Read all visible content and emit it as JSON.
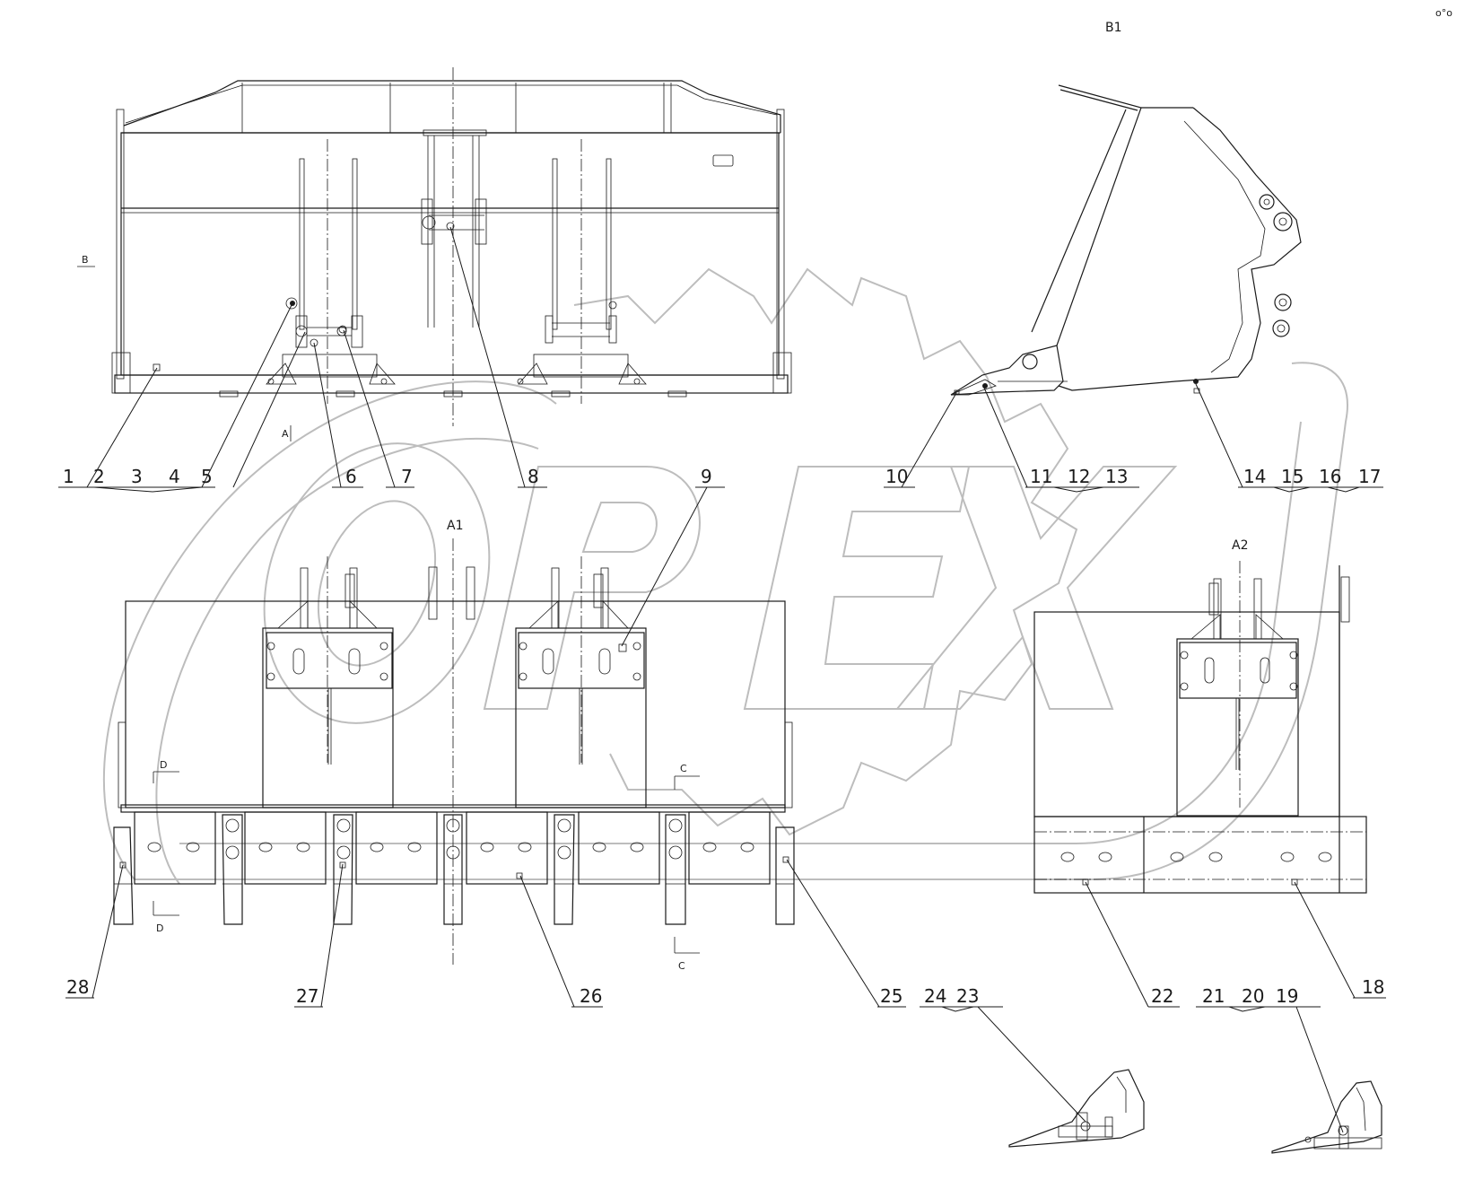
{
  "views": {
    "b1": "B1",
    "a1": "A1",
    "a2": "A2"
  },
  "section_marks": {
    "b_top": "B",
    "a_top": "A",
    "d_top": "D",
    "d_bottom": "D",
    "c_top": "C",
    "c_bottom": "C"
  },
  "corner_mark": "o°o",
  "callouts": [
    {
      "id": "1",
      "label": "1"
    },
    {
      "id": "2",
      "label": "2"
    },
    {
      "id": "3",
      "label": "3"
    },
    {
      "id": "4",
      "label": "4"
    },
    {
      "id": "5",
      "label": "5"
    },
    {
      "id": "6",
      "label": "6"
    },
    {
      "id": "7",
      "label": "7"
    },
    {
      "id": "8",
      "label": "8"
    },
    {
      "id": "9",
      "label": "9"
    },
    {
      "id": "10",
      "label": "10"
    },
    {
      "id": "11",
      "label": "11"
    },
    {
      "id": "12",
      "label": "12"
    },
    {
      "id": "13",
      "label": "13"
    },
    {
      "id": "14",
      "label": "14"
    },
    {
      "id": "15",
      "label": "15"
    },
    {
      "id": "16",
      "label": "16"
    },
    {
      "id": "17",
      "label": "17"
    },
    {
      "id": "18",
      "label": "18"
    },
    {
      "id": "19",
      "label": "19"
    },
    {
      "id": "20",
      "label": "20"
    },
    {
      "id": "21",
      "label": "21"
    },
    {
      "id": "22",
      "label": "22"
    },
    {
      "id": "23",
      "label": "23"
    },
    {
      "id": "24",
      "label": "24"
    },
    {
      "id": "25",
      "label": "25"
    },
    {
      "id": "26",
      "label": "26"
    },
    {
      "id": "27",
      "label": "27"
    },
    {
      "id": "28",
      "label": "28"
    }
  ],
  "colors": {
    "line": "#1a1a1a",
    "watermark": "#bdbdbd",
    "background": "#ffffff"
  }
}
